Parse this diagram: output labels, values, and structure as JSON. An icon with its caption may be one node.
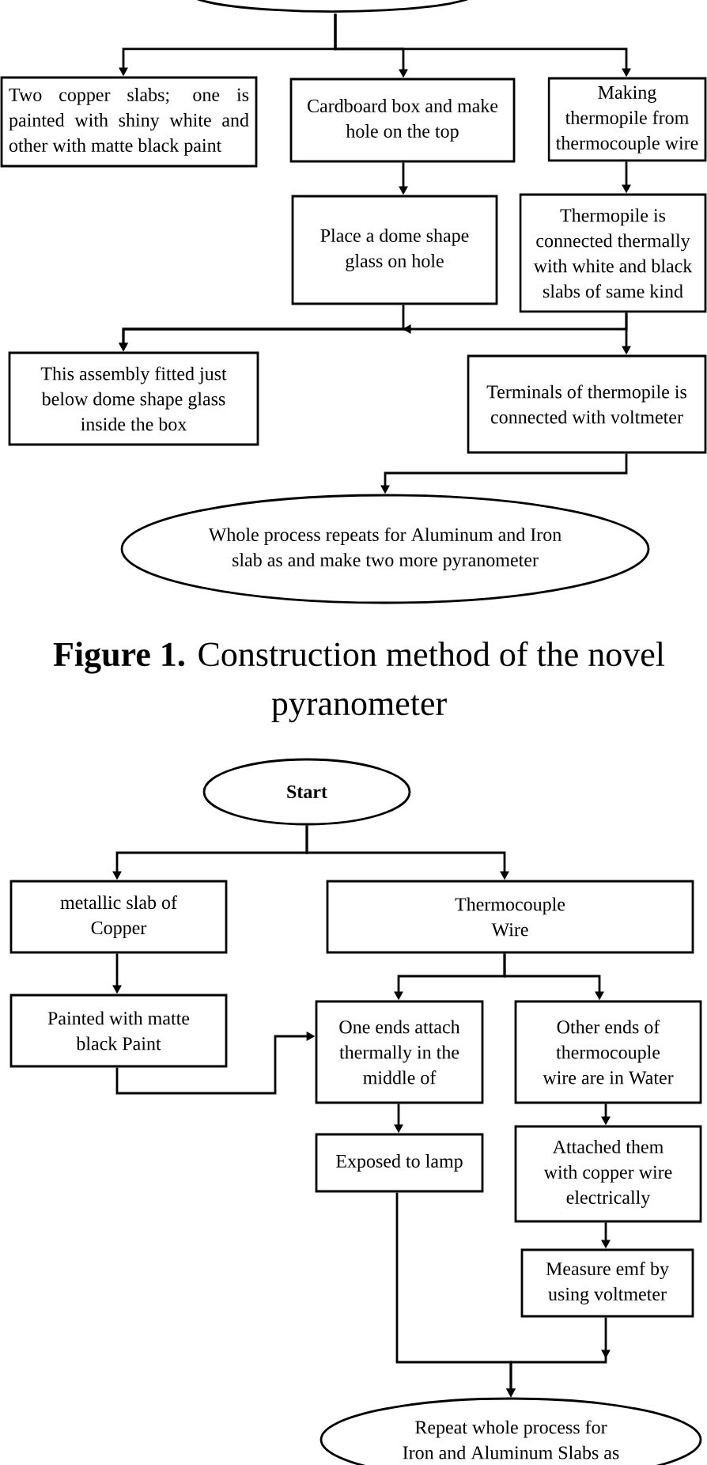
{
  "diagram": {
    "caption": "**Figure 1.** Construction method of the novel pyranometer",
    "nodes": [
      {
        "text": [],
        "shape": "ellipse"
      },
      {
        "text": [
          "Two copper slabs; one is painted with shiny white and other with matte black paint"
        ]
      },
      {
        "text": [
          "Cardboard box and make hole on the top"
        ]
      },
      {
        "text": [
          "Making thermopile from thermocouple wire"
        ]
      },
      {
        "text": [
          "Place a dome shape glass on hole"
        ]
      },
      {
        "text": [
          "Thermopile is connected thermally with white and black slabs of same kind"
        ]
      },
      {
        "text": [
          "This assembly fitted just below dome shape glass inside the box"
        ]
      },
      {
        "text": [
          "Terminals of thermopile is connected with voltmeter"
        ]
      },
      {
        "text": [
          "Whole process repeats for Aluminum and Iron slab as and make two more pyranometer"
        ]
      },
      {
        "text": [
          "Start"
        ]
      },
      {
        "text": [
          "metallic slab of Copper"
        ]
      },
      {
        "text": [
          "Thermocouple Wire"
        ]
      },
      {
        "text": [
          "Painted with matte black Paint"
        ]
      },
      {
        "text": [
          "One ends attach thermally in the middle of"
        ]
      },
      {
        "text": [
          "Other ends of thermocouple wire are in Water"
        ]
      },
      {
        "text": [
          "Exposed to lamp"
        ]
      },
      {
        "text": [
          "Attached them with copper wire electrically"
        ]
      },
      {
        "text": [
          "Measure emf by using voltmeter"
        ]
      },
      {
        "text": [
          "Repeat whole process for Iron and Aluminum Slabs as"
        ]
      }
    ],
    "edges": [
      {
        "from": 0,
        "to": 1,
        "arrow": "to"
      },
      {
        "from": 0,
        "to": 2,
        "arrow": "to"
      },
      {
        "from": 0,
        "to": 3,
        "arrow": "to"
      },
      {
        "from": 2,
        "to": 4,
        "arrow": "to"
      },
      {
        "from": 3,
        "to": 5,
        "arrow": "to"
      },
      {
        "from": 4,
        "to": 6,
        "arrow": "to"
      },
      {
        "from": 5,
        "to": 6,
        "arrow": "to"
      },
      {
        "from": 5,
        "to": 7,
        "arrow": "to"
      },
      {
        "from": 7,
        "to": 8,
        "arrow": "to"
      },
      {
        "from": 9,
        "to": 10,
        "arrow": "to"
      },
      {
        "from": 9,
        "to": 11,
        "arrow": "to"
      },
      {
        "from": 10,
        "to": 12,
        "arrow": "to"
      },
      {
        "from": 11,
        "to": 13,
        "arrow": "to"
      },
      {
        "from": 11,
        "to": 14,
        "arrow": "to"
      },
      {
        "from": 12,
        "to": 13,
        "arrow": "to"
      },
      {
        "from": 13,
        "to": 15,
        "arrow": "to"
      },
      {
        "from": 14,
        "to": 16,
        "arrow": "to"
      },
      {
        "from": 16,
        "to": 17,
        "arrow": "to"
      },
      {
        "from": 15,
        "to": 18,
        "arrow": "to"
      },
      {
        "from": 17,
        "to": 18,
        "arrow": "to"
      }
    ]
  }
}
